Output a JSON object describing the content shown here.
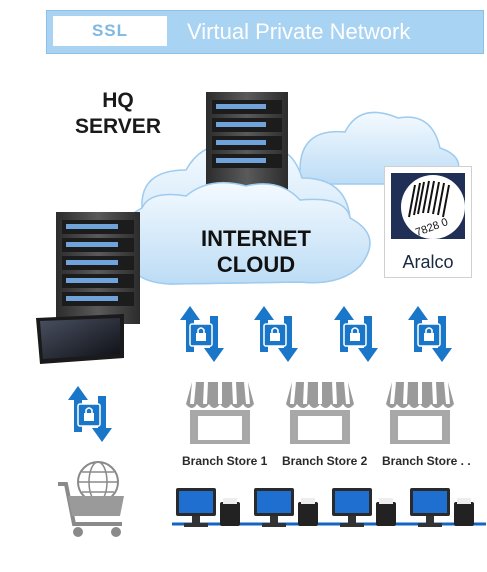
{
  "banner": {
    "ssl": "SSL",
    "title": "Virtual Private Network"
  },
  "hq": {
    "line1": "HQ",
    "line2": "SERVER"
  },
  "cloud": {
    "line1": "INTERNET",
    "line2": "CLOUD"
  },
  "brand": {
    "name": "Aralco",
    "barcode_digits": "7828 0"
  },
  "stores": [
    {
      "label": "Branch Store 1"
    },
    {
      "label": "Branch Store 2"
    },
    {
      "label": "Branch Store . ."
    }
  ],
  "colors": {
    "banner": "#a9d3f2",
    "arrow": "#1976c9",
    "cloud": "#d7ecfb",
    "server": "#3a3a3a",
    "network_line": "#1565c0"
  },
  "icons": [
    "server-icon",
    "cloud-icon",
    "monitor-icon",
    "shopping-cart-icon",
    "store-icon",
    "lock-icon",
    "pos-terminal-icon",
    "barcode-icon"
  ]
}
